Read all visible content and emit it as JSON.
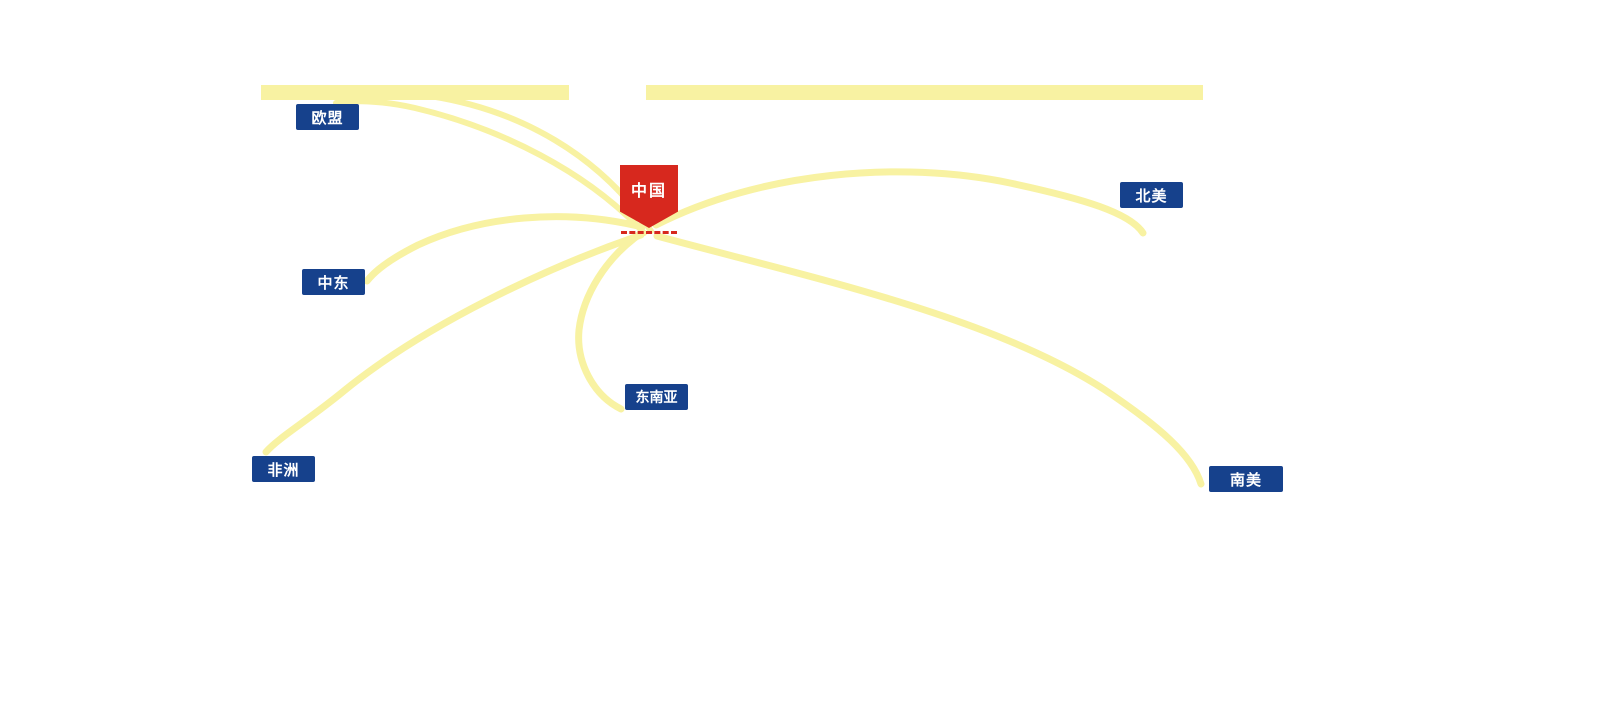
{
  "map": {
    "background": "#FFFFFF",
    "center": {
      "label": "中国"
    },
    "regions": [
      {
        "id": "eu",
        "label": "欧盟"
      },
      {
        "id": "north-america",
        "label": "北美"
      },
      {
        "id": "middle-east",
        "label": "中东"
      },
      {
        "id": "southeast-asia",
        "label": "东南亚"
      },
      {
        "id": "africa",
        "label": "非洲"
      },
      {
        "id": "south-america",
        "label": "南美"
      }
    ],
    "routes": [
      {
        "from": "中国",
        "to": "欧盟"
      },
      {
        "from": "中国",
        "to": "北美"
      },
      {
        "from": "中国",
        "to": "中东"
      },
      {
        "from": "中国",
        "to": "东南亚"
      },
      {
        "from": "中国",
        "to": "非洲"
      },
      {
        "from": "中国",
        "to": "南美"
      }
    ],
    "colors": {
      "region_badge_bg": "#16418C",
      "region_badge_text": "#FFFFFF",
      "center_marker_bg": "#D7281E",
      "center_marker_text": "#FFFFFF",
      "route_line": "#F8F2A2"
    }
  }
}
